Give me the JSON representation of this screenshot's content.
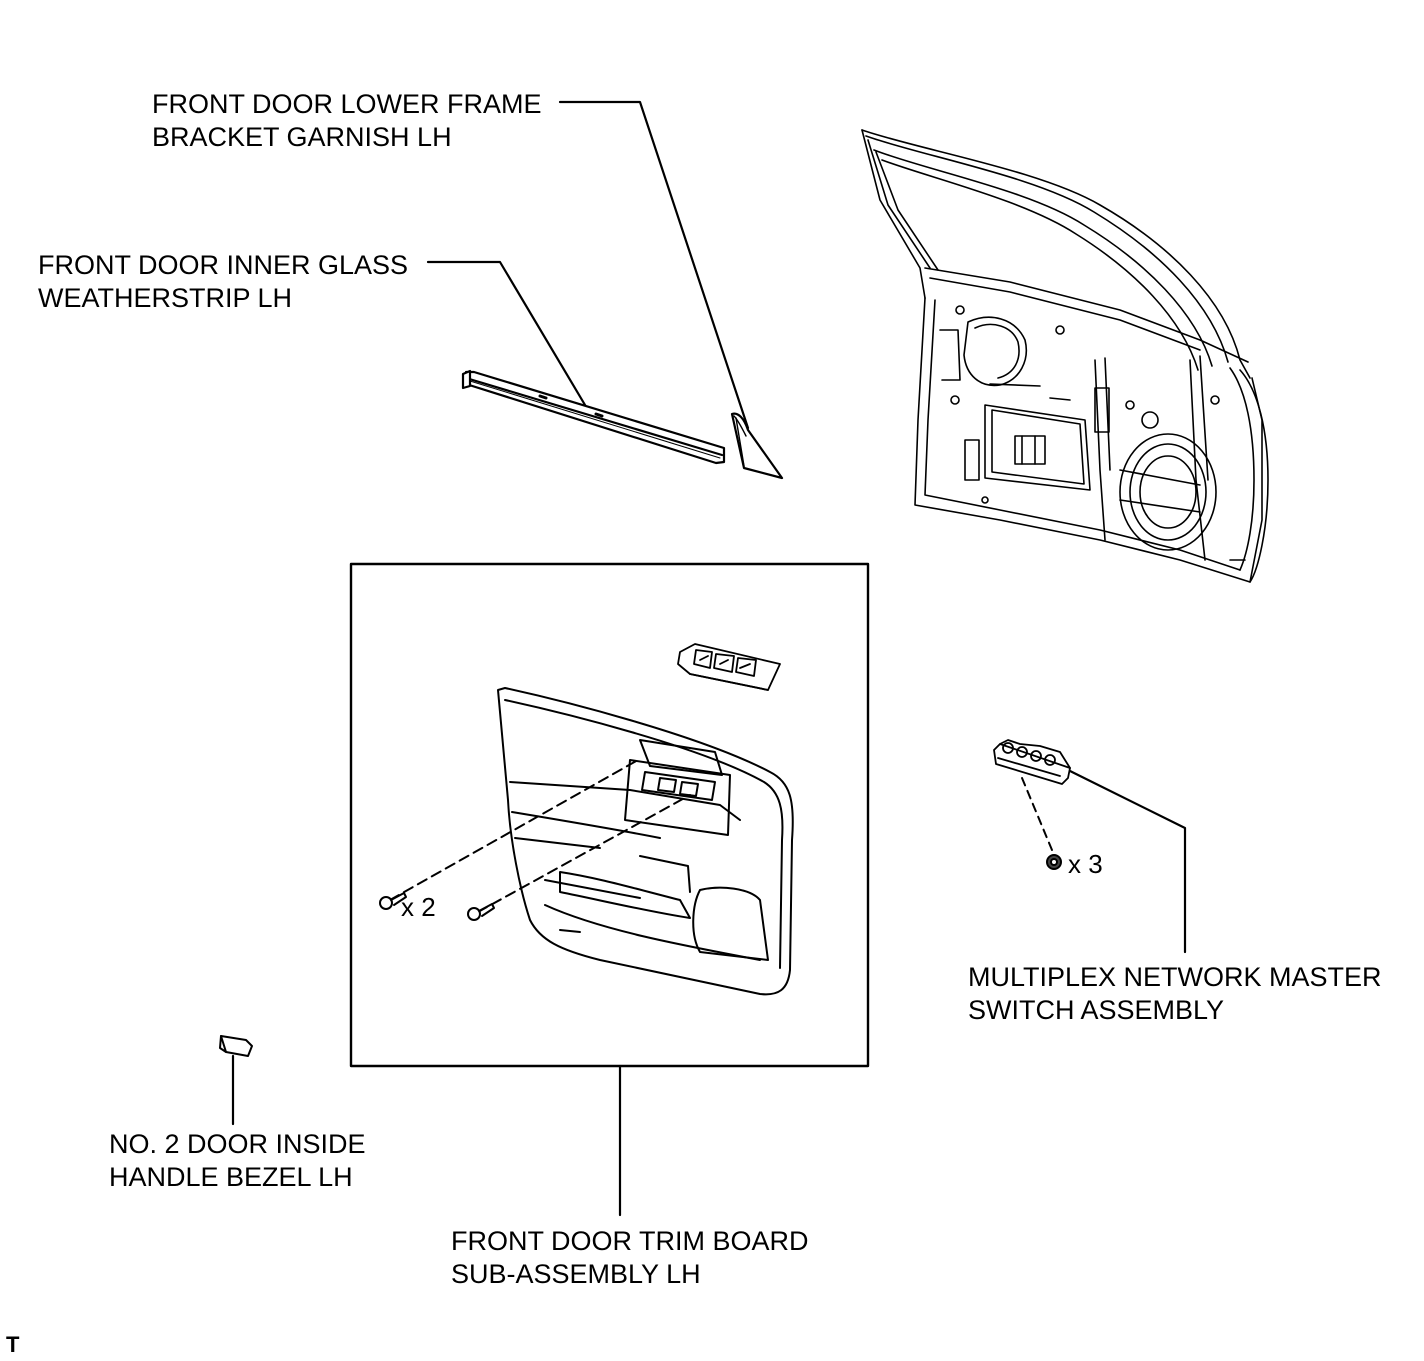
{
  "labels": {
    "garnish": [
      "FRONT DOOR LOWER FRAME",
      "BRACKET GARNISH LH"
    ],
    "weatherstrip": [
      "FRONT DOOR INNER GLASS",
      "WEATHERSTRIP LH"
    ],
    "master_switch": [
      "MULTIPLEX NETWORK MASTER",
      "SWITCH ASSEMBLY"
    ],
    "bezel": [
      "NO. 2 DOOR INSIDE",
      "HANDLE BEZEL LH"
    ],
    "trim_board": [
      "FRONT DOOR TRIM BOARD",
      "SUB-ASSEMBLY LH"
    ]
  },
  "quantities": {
    "trim_screws": "x 2",
    "switch_screws": "x 3"
  },
  "corner_mark": "T"
}
